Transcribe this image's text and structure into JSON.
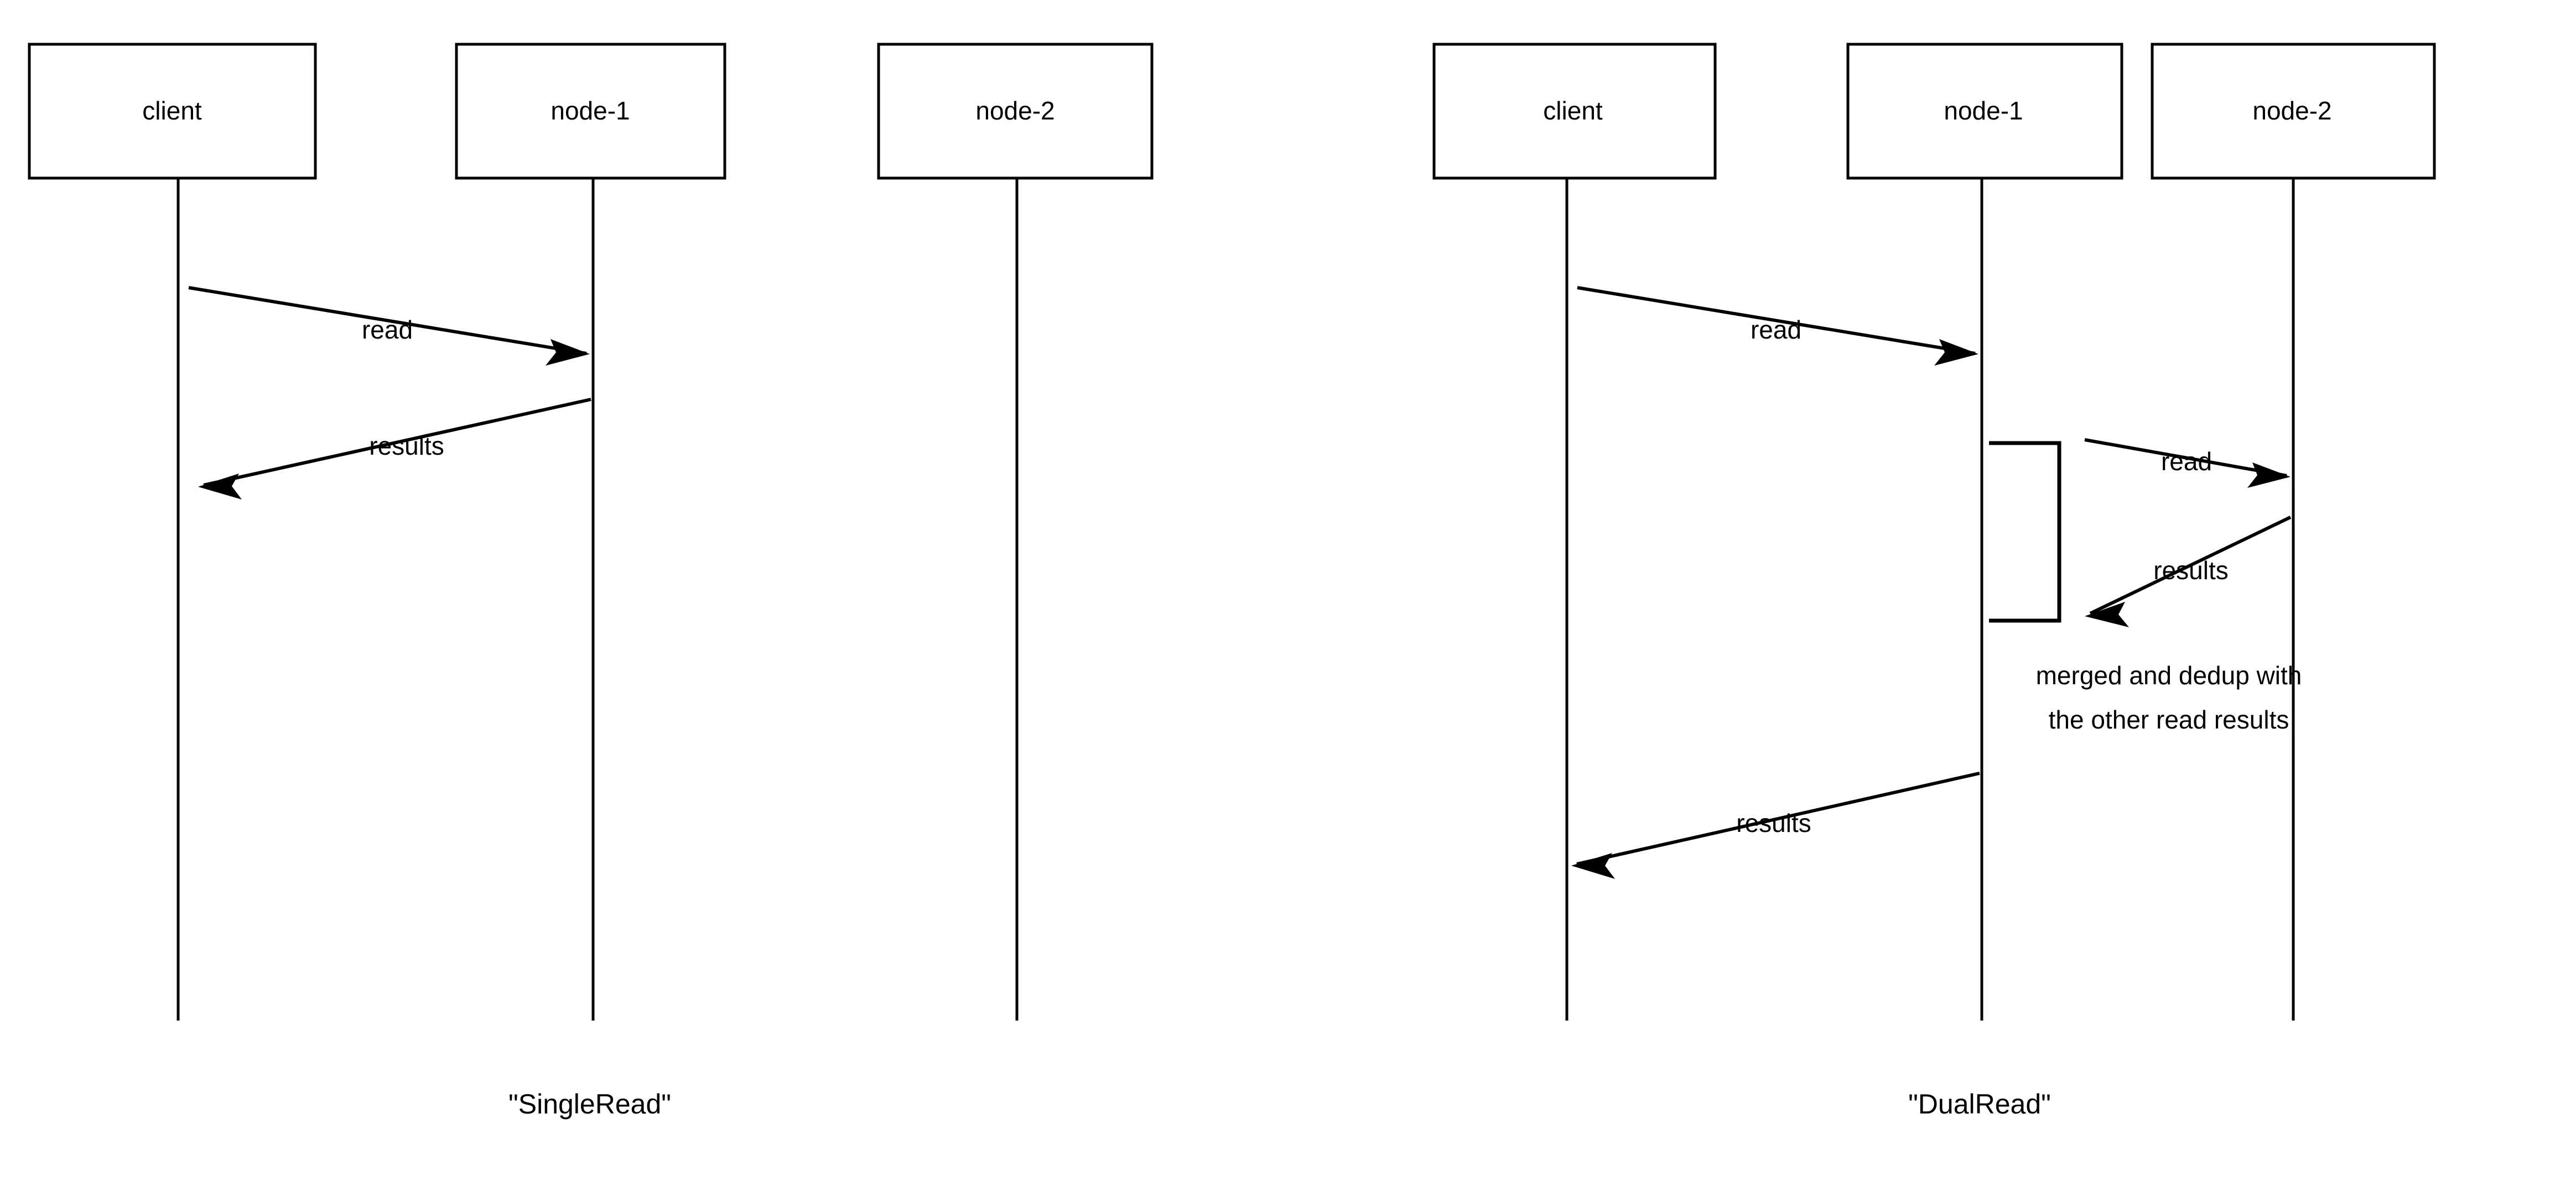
{
  "diagrams": [
    {
      "id": "single-read",
      "caption": "\"SingleRead\"",
      "participants": [
        {
          "name": "client",
          "label": "client"
        },
        {
          "name": "node-1",
          "label": "node-1"
        },
        {
          "name": "node-2",
          "label": "node-2"
        }
      ],
      "messages": [
        {
          "label": "read",
          "from": "client",
          "to": "node-1",
          "direction": "right"
        },
        {
          "label": "results",
          "from": "node-1",
          "to": "client",
          "direction": "left"
        }
      ],
      "notes": [],
      "activations": []
    },
    {
      "id": "dual-read",
      "caption": "\"DualRead\"",
      "participants": [
        {
          "name": "client",
          "label": "client"
        },
        {
          "name": "node-1",
          "label": "node-1"
        },
        {
          "name": "node-2",
          "label": "node-2"
        }
      ],
      "messages": [
        {
          "label": "read",
          "from": "client",
          "to": "node-1",
          "direction": "right"
        },
        {
          "label": "read",
          "from": "node-1",
          "to": "node-2",
          "direction": "right"
        },
        {
          "label": "results",
          "from": "node-2",
          "to": "node-1",
          "direction": "left"
        },
        {
          "label": "results",
          "from": "node-1",
          "to": "client",
          "direction": "left"
        }
      ],
      "notes": [
        {
          "line1": "merged and dedup with",
          "line2": "the other read results"
        }
      ],
      "activations": [
        {
          "on": "node-1"
        }
      ]
    }
  ],
  "colors": {
    "stroke": "#000000",
    "background": "#ffffff",
    "text": "#000000"
  }
}
